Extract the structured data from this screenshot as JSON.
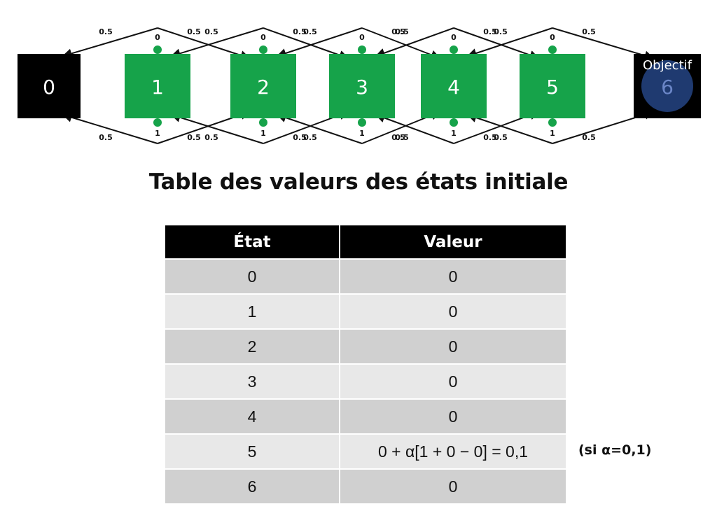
{
  "diagram": {
    "states": [
      "0",
      "1",
      "2",
      "3",
      "4",
      "5",
      "6"
    ],
    "goal_label": "Objectif",
    "action_up": "0",
    "action_down": "1",
    "probability": "0.5"
  },
  "title": "Table des valeurs des états initiale",
  "table": {
    "headers": [
      "État",
      "Valeur"
    ],
    "rows": [
      {
        "state": "0",
        "value": "0"
      },
      {
        "state": "1",
        "value": "0"
      },
      {
        "state": "2",
        "value": "0"
      },
      {
        "state": "3",
        "value": "0"
      },
      {
        "state": "4",
        "value": "0"
      },
      {
        "state": "5",
        "value": "0 + α[1 + 0 − 0] = 0,1"
      },
      {
        "state": "6",
        "value": "0"
      }
    ]
  },
  "note": "(si α=0,1)",
  "colors": {
    "state_green": "#16a34a",
    "terminal_black": "#000000",
    "goal_circle": "#1f3a70",
    "header_black": "#000000",
    "row_dark": "#d0d0d0",
    "row_light": "#e8e8e8"
  }
}
